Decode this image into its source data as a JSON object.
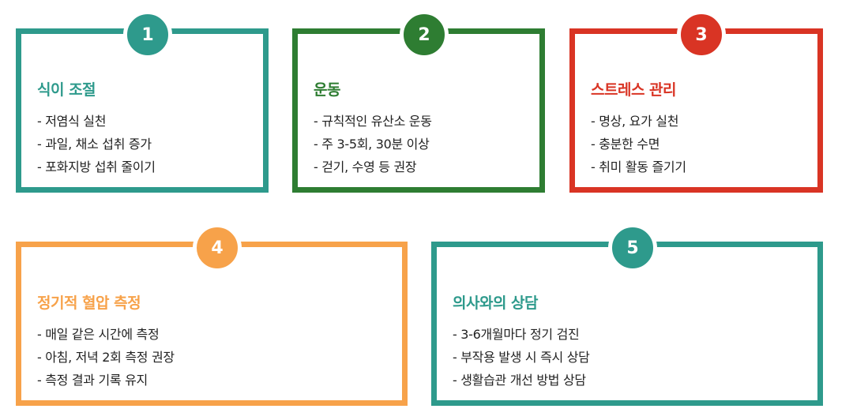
{
  "colors": {
    "teal": "#2e9a8c",
    "green": "#2e7d32",
    "red": "#d93424",
    "orange": "#f7a24a"
  },
  "cards": [
    {
      "number": "1",
      "color": "#2e9a8c",
      "title": "식이 조절",
      "items": [
        "- 저염식 실천",
        "- 과일, 채소 섭취 증가",
        "- 포화지방 섭취 줄이기"
      ]
    },
    {
      "number": "2",
      "color": "#2e7d32",
      "title": "운동",
      "items": [
        "- 규칙적인 유산소 운동",
        "- 주 3-5회, 30분 이상",
        "- 걷기, 수영 등 권장"
      ]
    },
    {
      "number": "3",
      "color": "#d93424",
      "title": "스트레스 관리",
      "items": [
        "- 명상, 요가 실천",
        "- 충분한 수면",
        "- 취미 활동 즐기기"
      ]
    },
    {
      "number": "4",
      "color": "#f7a24a",
      "title": "정기적 혈압 측정",
      "items": [
        "- 매일 같은 시간에 측정",
        "- 아침, 저녁 2회 측정 권장",
        "- 측정 결과 기록 유지"
      ]
    },
    {
      "number": "5",
      "color": "#2e9a8c",
      "title": "의사와의 상담",
      "items": [
        "- 3-6개월마다 정기 검진",
        "- 부작용 발생 시 즉시 상담",
        "- 생활습관 개선 방법 상담"
      ]
    }
  ]
}
